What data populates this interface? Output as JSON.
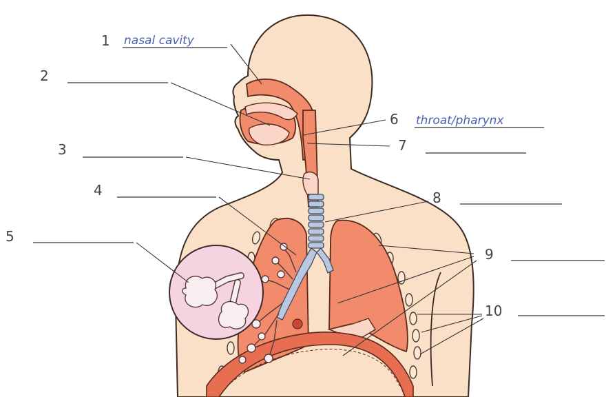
{
  "diagram": {
    "labels": [
      {
        "number": "1",
        "answer": "nasal cavity"
      },
      {
        "number": "2",
        "answer": ""
      },
      {
        "number": "3",
        "answer": ""
      },
      {
        "number": "4",
        "answer": ""
      },
      {
        "number": "5",
        "answer": ""
      },
      {
        "number": "6",
        "answer": "throat/pharynx"
      },
      {
        "number": "7",
        "answer": ""
      },
      {
        "number": "8",
        "answer": ""
      },
      {
        "number": "9",
        "answer": ""
      },
      {
        "number": "10",
        "answer": ""
      }
    ]
  },
  "colors": {
    "skin": "#fae0c6",
    "organ": "#f28a6c",
    "trachea": "#b9c7df",
    "answer_ink": "#4a5fb0"
  }
}
